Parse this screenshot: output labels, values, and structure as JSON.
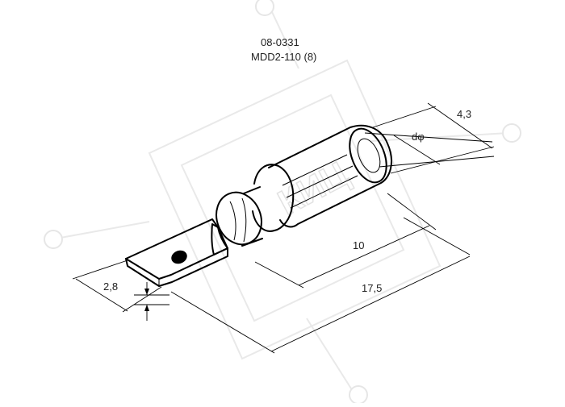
{
  "drawing": {
    "part_number": "08-0331",
    "model": "MDD2-110 (8)"
  },
  "dimensions": {
    "sleeve_diameter": "4,3",
    "wire_diameter": "dφ",
    "body_length": "10",
    "total_length": "17,5",
    "tab_width": "2,8"
  },
  "watermark": {
    "text": "КИЦ"
  },
  "colors": {
    "line": "#000000",
    "watermark": "#e6e6e6",
    "background": "#ffffff"
  }
}
